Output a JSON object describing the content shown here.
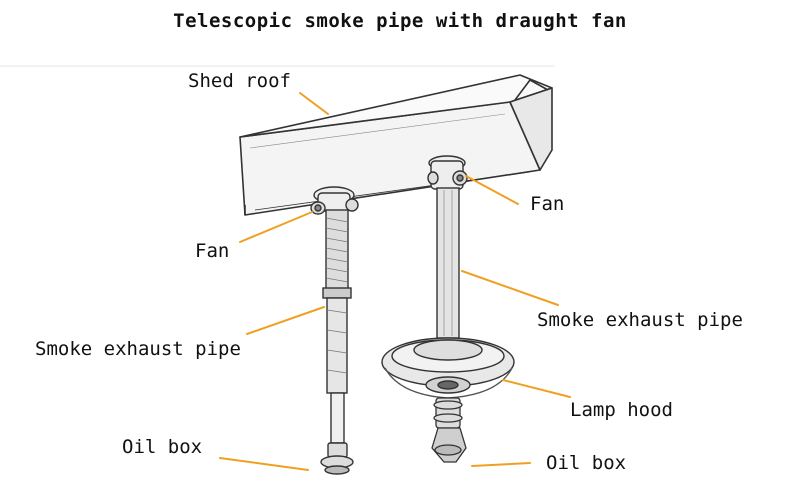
{
  "title": "Telescopic smoke pipe with draught fan",
  "labels": {
    "shed_roof": "Shed roof",
    "fan_left": "Fan",
    "fan_right": "Fan",
    "smoke_pipe_left": "Smoke exhaust pipe",
    "smoke_pipe_right": "Smoke exhaust pipe",
    "lamp_hood": "Lamp hood",
    "oil_box_left": "Oil box",
    "oil_box_right": "Oil box"
  },
  "colors": {
    "leader_line": "#f0a020",
    "sketch": "#333333",
    "text": "#111111"
  }
}
